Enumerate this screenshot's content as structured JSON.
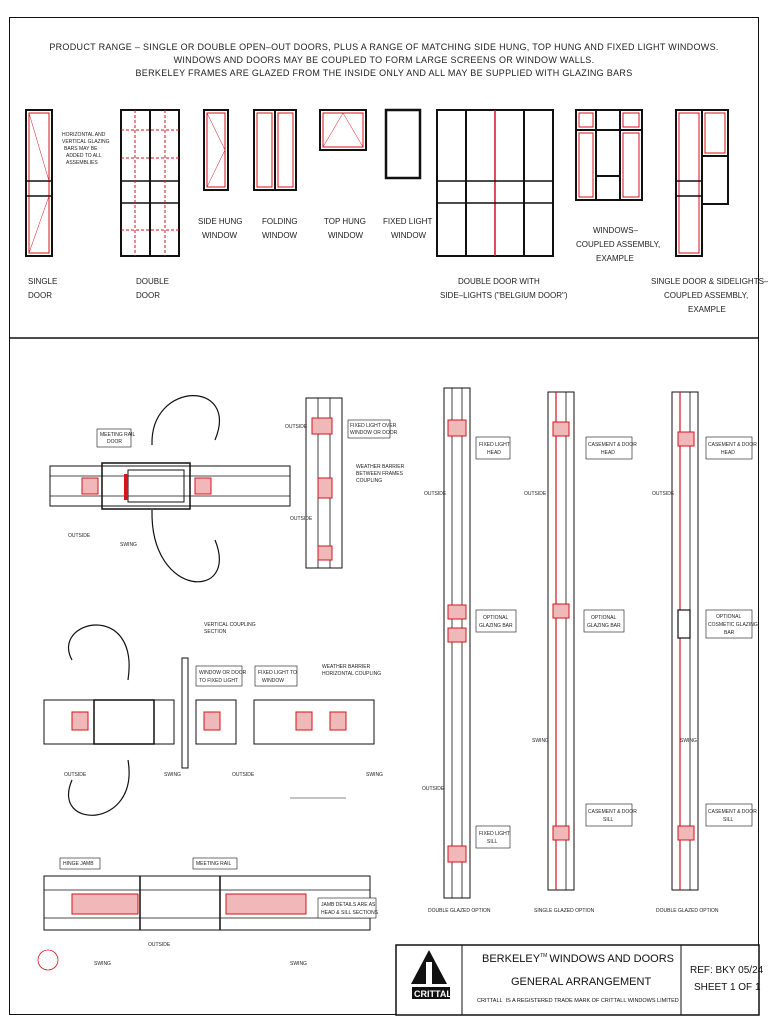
{
  "header": {
    "line1": "PRODUCT RANGE – SINGLE OR DOUBLE OPEN–OUT DOORS, PLUS A RANGE OF MATCHING SIDE HUNG, TOP HUNG AND FIXED LIGHT WINDOWS.",
    "line2": "WINDOWS AND DOORS MAY BE COUPLED TO FORM LARGE SCREENS OR WINDOW WALLS.",
    "line3": "BERKELEY FRAMES ARE GLAZED FROM THE INSIDE ONLY AND ALL MAY BE SUPPLIED WITH GLAZING BARS"
  },
  "products": {
    "single_door": [
      "SINGLE",
      "DOOR"
    ],
    "double_door": [
      "DOUBLE",
      "DOOR"
    ],
    "glazing_note": [
      "HORIZONTAL AND",
      "VERTICAL GLAZING",
      "BARS MAY BE",
      "ADDED TO ALL",
      "ASSEMBLIES"
    ],
    "side_hung": [
      "SIDE HUNG",
      "WINDOW"
    ],
    "folding": [
      "FOLDING",
      "WINDOW"
    ],
    "top_hung": [
      "TOP HUNG",
      "WINDOW"
    ],
    "fixed_light": [
      "FIXED LIGHT",
      "WINDOW"
    ],
    "belgium": [
      "DOUBLE DOOR WITH",
      "SIDE–LIGHTS (\"BELGIUM DOOR\")"
    ],
    "windows_coupled": [
      "WINDOWS–",
      "COUPLED ASSEMBLY,",
      "EXAMPLE"
    ],
    "single_sidelights": [
      "SINGLE DOOR & SIDELIGHTS–",
      "COUPLED ASSEMBLY,",
      "EXAMPLE"
    ]
  },
  "details": {
    "meeting_rail_door": [
      "MEETING RAIL",
      "DOOR"
    ],
    "outside": "OUTSIDE",
    "swing": "SWING",
    "fixed_light_over": [
      "FIXED LIGHT OVER",
      "WINDOW OR DOOR"
    ],
    "weather_coupling": [
      "WEATHER BARRIER",
      "BETWEEN FRAMES",
      "COUPLING"
    ],
    "window_door_fixed": [
      "WINDOW OR DOOR",
      "TO FIXED LIGHT"
    ],
    "fixed_to_fixed": [
      "FIXED LIGHT TO",
      "WINDOW"
    ],
    "vertical_coupling": [
      "VERTICAL COUPLING",
      "SECTION"
    ],
    "horizontal_coupling": [
      "WEATHER BARRIER",
      "HORIZONTAL COUPLING"
    ],
    "hinge_jamb": "HINGE JAMB",
    "meeting_rail": "MEETING RAIL",
    "jamb_note": [
      "JAMB DETAILS ARE AS",
      "HEAD & SILL SECTIONS"
    ],
    "fixed_light_head": [
      "FIXED LIGHT",
      "HEAD"
    ],
    "casement_head": [
      "CASEMENT & DOOR",
      "HEAD"
    ],
    "optional_bar": [
      "OPTIONAL",
      "GLAZING BAR"
    ],
    "optional_cosmetic": [
      "OPTIONAL",
      "COSMETIC GLAZING",
      "BAR"
    ],
    "fixed_light_sill": [
      "FIXED LIGHT",
      "SILL"
    ],
    "casement_sill": [
      "CASEMENT & DOOR",
      "SILL"
    ],
    "double_glazed": "DOUBLE GLAZED OPTION",
    "single_glazed": "SINGLE GLAZED OPTION"
  },
  "title_block": {
    "brand": "CRITTALL",
    "title_a": "BERKELEY",
    "tm": "TM",
    "title_b": "WINDOWS AND DOORS",
    "title2": "GENERAL ARRANGEMENT",
    "trademark_a": "CRITTALL",
    "trademark_b": "IS A REGISTERED TRADE MARK OF CRITTALL WINDOWS LIMITED",
    "ref": "REF: BKY 05/24",
    "sheet": "SHEET 1 OF 1"
  },
  "colors": {
    "line": "#111111",
    "red": "#d4141e",
    "pink": "#f0b8b8"
  }
}
